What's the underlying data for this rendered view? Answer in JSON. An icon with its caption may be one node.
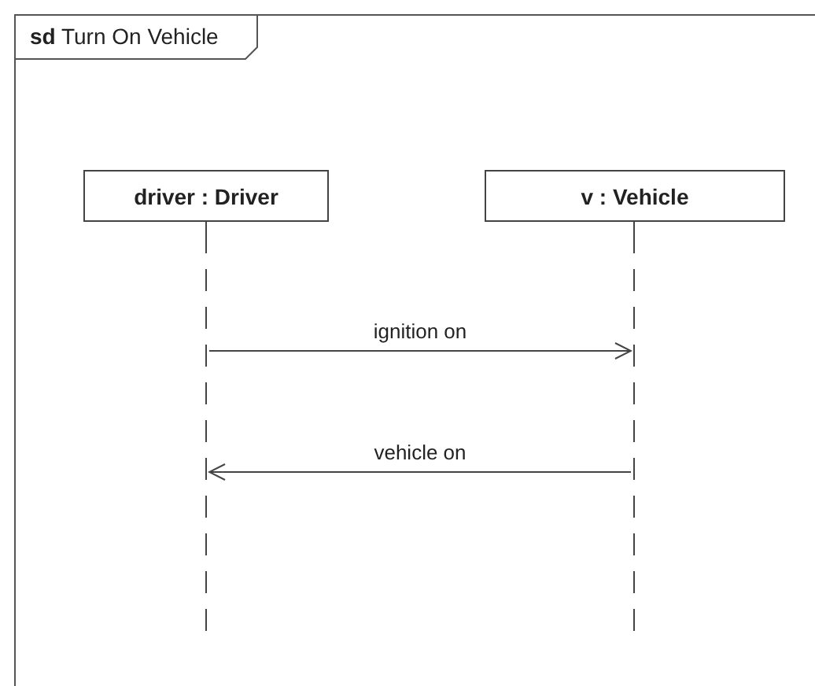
{
  "diagram": {
    "nodes": [
      {
        "text": [
          "**sd** Turn On Vehicle"
        ]
      },
      {
        "text": [
          "driver : Driver"
        ],
        "in": 0
      },
      {
        "text": [
          "v : Vehicle"
        ],
        "in": 0
      },
      {
        "text": [],
        "shape": "line",
        "in": 0
      },
      {
        "text": [],
        "shape": "line",
        "in": 0
      }
    ],
    "edges": [
      {
        "from": 3,
        "to": 4,
        "label": "ignition on",
        "arrow": "to"
      },
      {
        "from": 4,
        "to": 3,
        "label": "vehicle on",
        "arrow": "to"
      }
    ]
  }
}
